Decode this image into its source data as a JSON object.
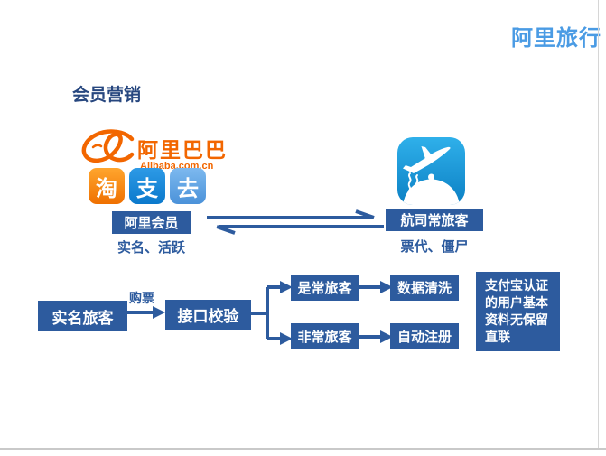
{
  "page": {
    "brand": "阿里旅行",
    "title": "会员营销"
  },
  "colors": {
    "primary_blue": "#2d5b9e",
    "brand_blue": "#4a9be4",
    "orange": "#f26600",
    "app_icon_blue": "#0c80c4"
  },
  "alibaba": {
    "name": "阿里巴巴",
    "domain": "Alibaba.com.cn",
    "apps": [
      {
        "label": "淘"
      },
      {
        "label": "支"
      },
      {
        "label": "去"
      }
    ]
  },
  "entities": {
    "left": {
      "label": "阿里会员",
      "caption": "实名、活跃"
    },
    "right": {
      "label": "航司常旅客",
      "caption": "票代、僵尸"
    }
  },
  "flow": {
    "start": "实名旅客",
    "edge_label": "购票",
    "check": "接口校验",
    "branches": [
      {
        "condition": "是常旅客",
        "action": "数据清洗"
      },
      {
        "condition": "非常旅客",
        "action": "自动注册"
      }
    ],
    "note": "支付宝认证的用户基本资料无保留直联"
  },
  "icons": {
    "alibaba_smile": "orange smiling swirl logo",
    "alitrip_plane": "blue rounded app icon with white airplane and dome",
    "exchange_arrows": "double harpoon exchange arrows"
  }
}
